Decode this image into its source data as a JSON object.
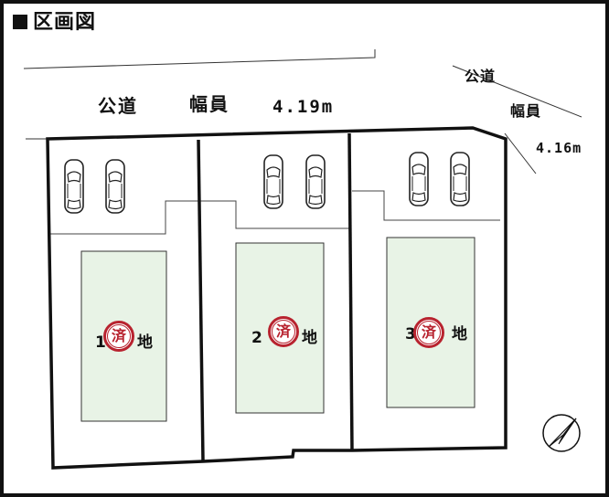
{
  "title": "区画図",
  "roads": {
    "top": {
      "label": "公道",
      "width_label": "幅員",
      "width": "4.19m"
    },
    "side": {
      "label": "公道",
      "width_label": "幅員",
      "width": "4.16m"
    }
  },
  "lots": [
    {
      "number": "1",
      "suffix": "地",
      "status": "済"
    },
    {
      "number": "2",
      "suffix": "地",
      "status": "済"
    },
    {
      "number": "3",
      "suffix": "地",
      "status": "済"
    }
  ],
  "colors": {
    "building_fill": "#e8f3e6",
    "stamp": "#b8232f",
    "line": "#111111"
  },
  "icons": {
    "car": "car-icon",
    "compass": "north-arrow-icon"
  }
}
